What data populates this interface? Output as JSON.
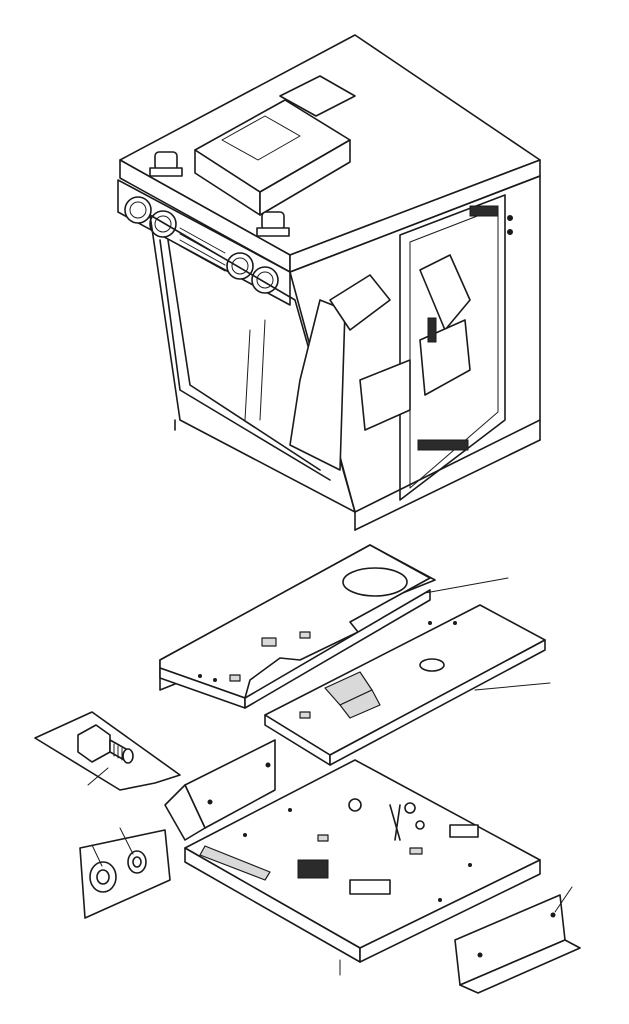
{
  "figure": {
    "background": "#ffffff",
    "line_color": "#1a1a1a",
    "parts": [
      "cab-assembly",
      "upper-floor-plate",
      "lower-floor-plate",
      "floor-frame",
      "side-bracket",
      "end-bracket",
      "bolt",
      "nut",
      "washer"
    ],
    "leader_lines": 6,
    "text_labels": []
  }
}
